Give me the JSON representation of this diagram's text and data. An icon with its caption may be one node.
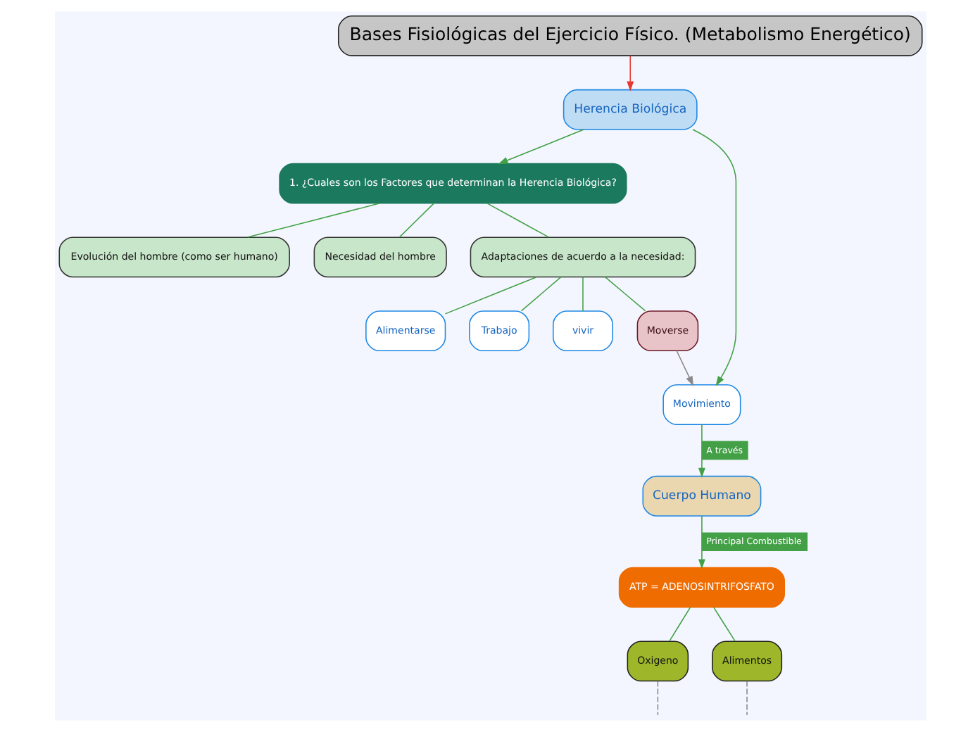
{
  "diagram": {
    "nodes": [
      {
        "text": [
          "Bases Fisiológicas del Ejercicio Físico. (Metabolismo Energético)"
        ]
      },
      {
        "text": [
          "Herencia Biológica"
        ]
      },
      {
        "text": [
          "1. ¿Cuales son los Factores que determinan la Herencia Biológica?"
        ]
      },
      {
        "text": [
          "Evolución del hombre (como ser humano)"
        ]
      },
      {
        "text": [
          "Necesidad del hombre"
        ]
      },
      {
        "text": [
          "Adaptaciones de acuerdo a la necesidad:"
        ]
      },
      {
        "text": [
          "Alimentarse"
        ]
      },
      {
        "text": [
          "Trabajo"
        ]
      },
      {
        "text": [
          "vivir"
        ]
      },
      {
        "text": [
          "Moverse"
        ]
      },
      {
        "text": [
          "Movimiento"
        ]
      },
      {
        "text": [
          "Cuerpo Humano"
        ]
      },
      {
        "text": [
          "ATP = ADENOSINTRIFOSFATO"
        ]
      },
      {
        "text": [
          "Oxigeno"
        ]
      },
      {
        "text": [
          "Alimentos"
        ]
      }
    ],
    "edges": [
      {
        "from": 0,
        "to": 1,
        "arrow": "to",
        "color": "#e53935"
      },
      {
        "from": 1,
        "to": 2,
        "arrow": "to"
      },
      {
        "from": 2,
        "to": 3,
        "arrow": "none"
      },
      {
        "from": 2,
        "to": 4,
        "arrow": "none"
      },
      {
        "from": 2,
        "to": 5,
        "arrow": "none"
      },
      {
        "from": 5,
        "to": 6,
        "arrow": "none"
      },
      {
        "from": 5,
        "to": 7,
        "arrow": "none"
      },
      {
        "from": 5,
        "to": 8,
        "arrow": "none"
      },
      {
        "from": 5,
        "to": 9,
        "arrow": "none"
      },
      {
        "from": 1,
        "to": 10,
        "arrow": "to"
      },
      {
        "from": 9,
        "to": 10,
        "arrow": "to",
        "color": "#8a8a8a"
      },
      {
        "from": 10,
        "to": 11,
        "arrow": "to",
        "label": "A través"
      },
      {
        "from": 11,
        "to": 12,
        "arrow": "to",
        "label": "Principal Combustible"
      },
      {
        "from": 12,
        "to": 13,
        "arrow": "none"
      },
      {
        "from": 12,
        "to": 14,
        "arrow": "none"
      },
      {
        "from": 13,
        "to": null,
        "arrow": "none",
        "style": "dashed",
        "color": "#8a8a8a"
      },
      {
        "from": 14,
        "to": null,
        "arrow": "none",
        "style": "dashed",
        "color": "#8a8a8a"
      }
    ]
  }
}
